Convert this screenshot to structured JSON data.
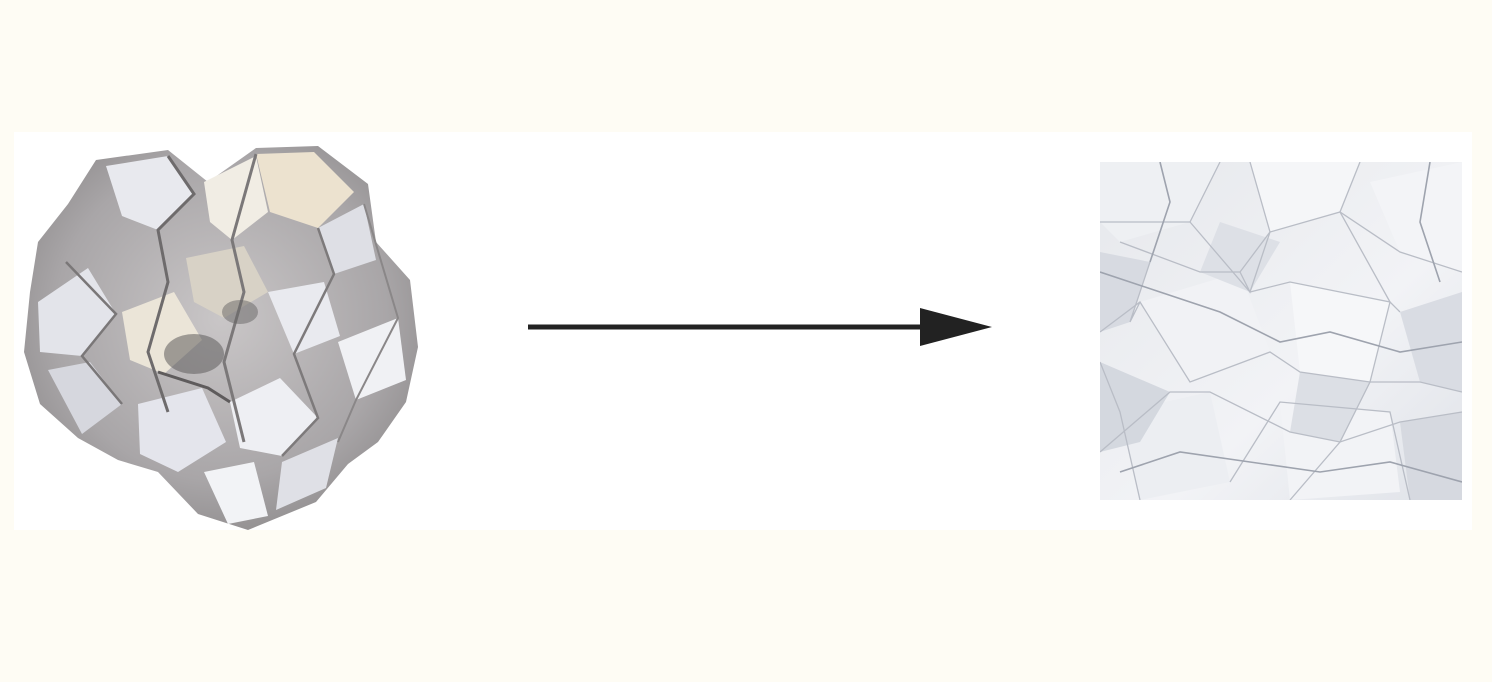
{
  "diagram": {
    "panels": [
      {
        "id": "crumpled-paper-ball",
        "icon": "crumpled-paper-ball-image"
      },
      {
        "id": "flattened-wrinkled-sheet",
        "icon": "wrinkled-paper-sheet-image"
      }
    ],
    "connector": {
      "icon": "right-arrow-icon",
      "direction": "left-to-right"
    },
    "colors": {
      "page_background": "#fefcf4",
      "panel_background": "#ffffff",
      "arrow": "#222222",
      "paper_light": "#f2f3f6",
      "paper_mid": "#d9dbe2",
      "paper_shadow": "#8e8b88",
      "paper_warm": "#e6dccb"
    }
  }
}
